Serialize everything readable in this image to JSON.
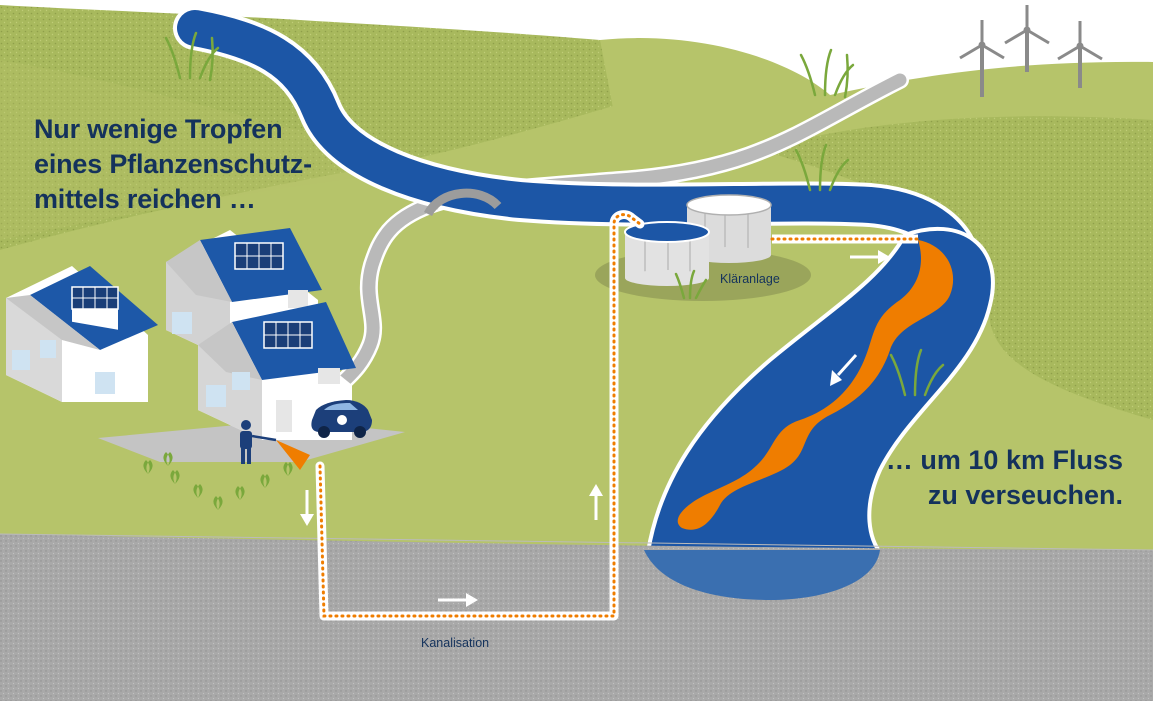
{
  "headline": {
    "line1": "Nur wenige Tropfen",
    "line2": "eines Pflanzenschutz-",
    "line3": "mittels reichen …"
  },
  "tagline": {
    "line1": "… um 10 km Fluss",
    "line2": "zu verseuchen."
  },
  "labels": {
    "treatment_plant": "Kläranlage",
    "sewer": "Kanalisation"
  },
  "colors": {
    "meadow": "#b6c46a",
    "meadow_dark": "#a2b35a",
    "river": "#1c56a6",
    "pollution": "#ef7d00",
    "ground": "#a8a8a8",
    "roof": "#1d58a8",
    "text": "#14325c"
  },
  "icons": [
    "wind-turbine-icon",
    "solar-panel-icon",
    "car-icon",
    "person-icon",
    "arrow-icon",
    "plant-icon"
  ]
}
